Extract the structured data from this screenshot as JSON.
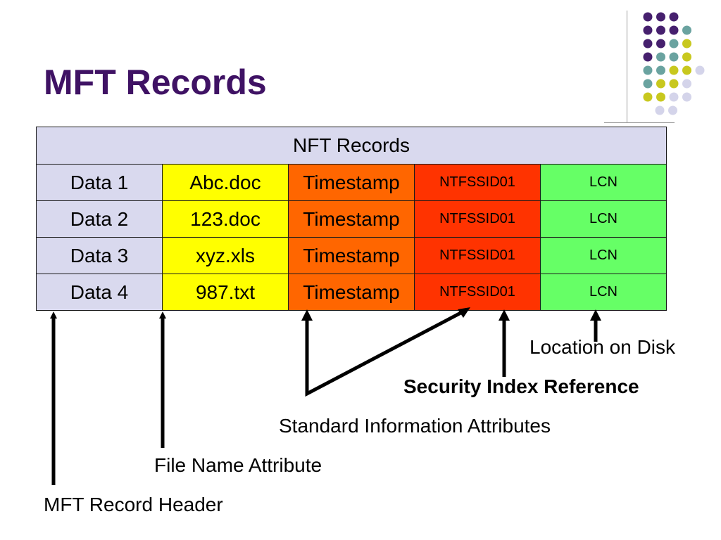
{
  "slide": {
    "title": "MFT Records"
  },
  "table": {
    "header": "NFT Records",
    "rows": [
      [
        "Data 1",
        "Abc.doc",
        "Timestamp",
        "NTFSSID01",
        "LCN"
      ],
      [
        "Data 2",
        "123.doc",
        "Timestamp",
        "NTFSSID01",
        "LCN"
      ],
      [
        "Data 3",
        "xyz.xls",
        "Timestamp",
        "NTFSSID01",
        "LCN"
      ],
      [
        "Data 4",
        "987.txt",
        "Timestamp",
        "NTFSSID01",
        "LCN"
      ]
    ],
    "column_colors": [
      "#d9d9ee",
      "#ffff00",
      "#ff6600",
      "#ff3300",
      "#66ff66"
    ]
  },
  "annotations": {
    "location_on_disk": "Location on Disk",
    "security_index_reference": "Security Index Reference",
    "standard_information_attributes": "Standard Information Attributes",
    "file_name_attribute": "File Name Attribute",
    "mft_record_header": "MFT Record Header"
  },
  "decoration": {
    "dot_colors": {
      "purple": "#46206e",
      "teal": "#6aa3a0",
      "yellow": "#c8c81e",
      "lavender": "#d4d4ea"
    }
  }
}
